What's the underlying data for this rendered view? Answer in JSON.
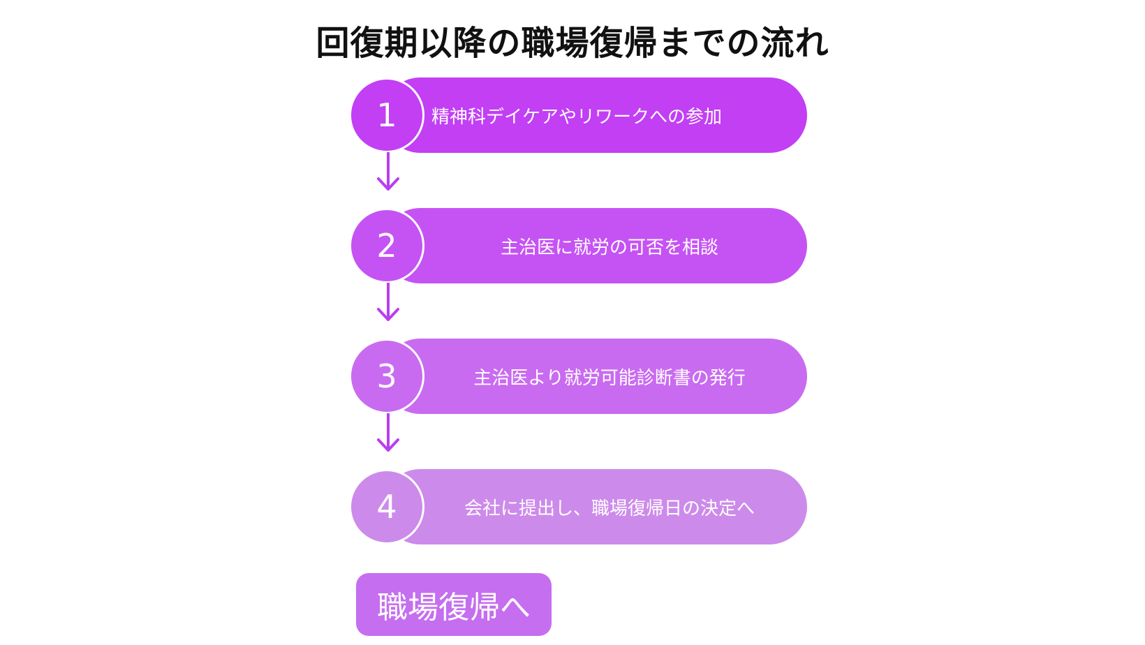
{
  "title": "回復期以降の職場復帰までの流れ",
  "steps": [
    {
      "number": "1",
      "text": "精神科デイケアやリワークへの参加",
      "color": "#c23ff4"
    },
    {
      "number": "2",
      "text": "主治医に就労の可否を相談",
      "color": "#c553f3"
    },
    {
      "number": "3",
      "text": "主治医より就労可能診断書の発行",
      "color": "#c96bf0"
    },
    {
      "number": "4",
      "text": "会社に提出し、職場復帰日の決定へ",
      "color": "#cc8bea"
    }
  ],
  "arrow_color": "#b93ef0",
  "final": {
    "text": "職場復帰へ",
    "color": "#c56ef0"
  }
}
